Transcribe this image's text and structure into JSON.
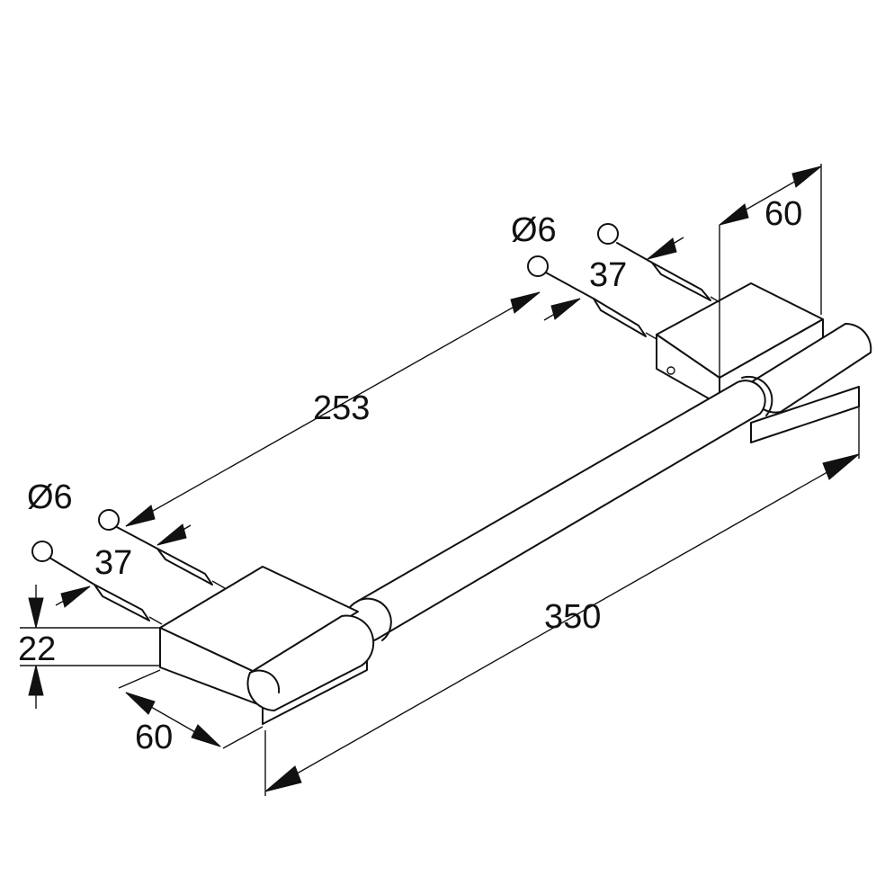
{
  "drawing": {
    "colors": {
      "line": "#111111",
      "background": "#ffffff"
    },
    "dimensions": {
      "overall_length": "350",
      "hole_spacing": "253",
      "depth_left": "60",
      "depth_right": "60",
      "height": "22",
      "screw_length_left": "37",
      "screw_length_right": "37",
      "hole_diameter_left": "Ø6",
      "hole_diameter_right": "Ø6"
    }
  }
}
